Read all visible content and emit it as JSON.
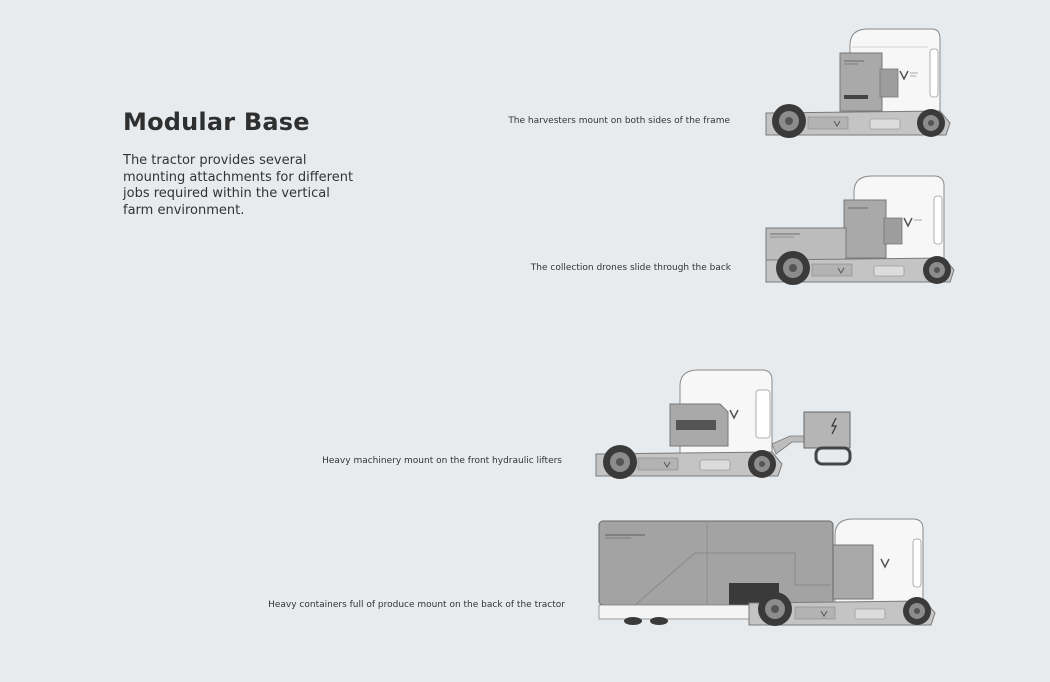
{
  "heading": "Modular Base",
  "description": "The tractor provides several mounting attachments for different jobs required within the vertical farm environment.",
  "configurations": [
    {
      "caption": "The harvesters mount on both sides of the frame"
    },
    {
      "caption": "The collection drones slide through the back"
    },
    {
      "caption": "Heavy machinery mount on the front hydraulic lifters"
    },
    {
      "caption": "Heavy containers full of produce mount on the back of the tractor"
    }
  ],
  "colors": {
    "background": "#e8ebee",
    "cab_white": "#f7f7f7",
    "module_gray": "#a9a9a9",
    "frame_gray": "#bdbdbd",
    "wheel_dark": "#3a3a3a"
  }
}
